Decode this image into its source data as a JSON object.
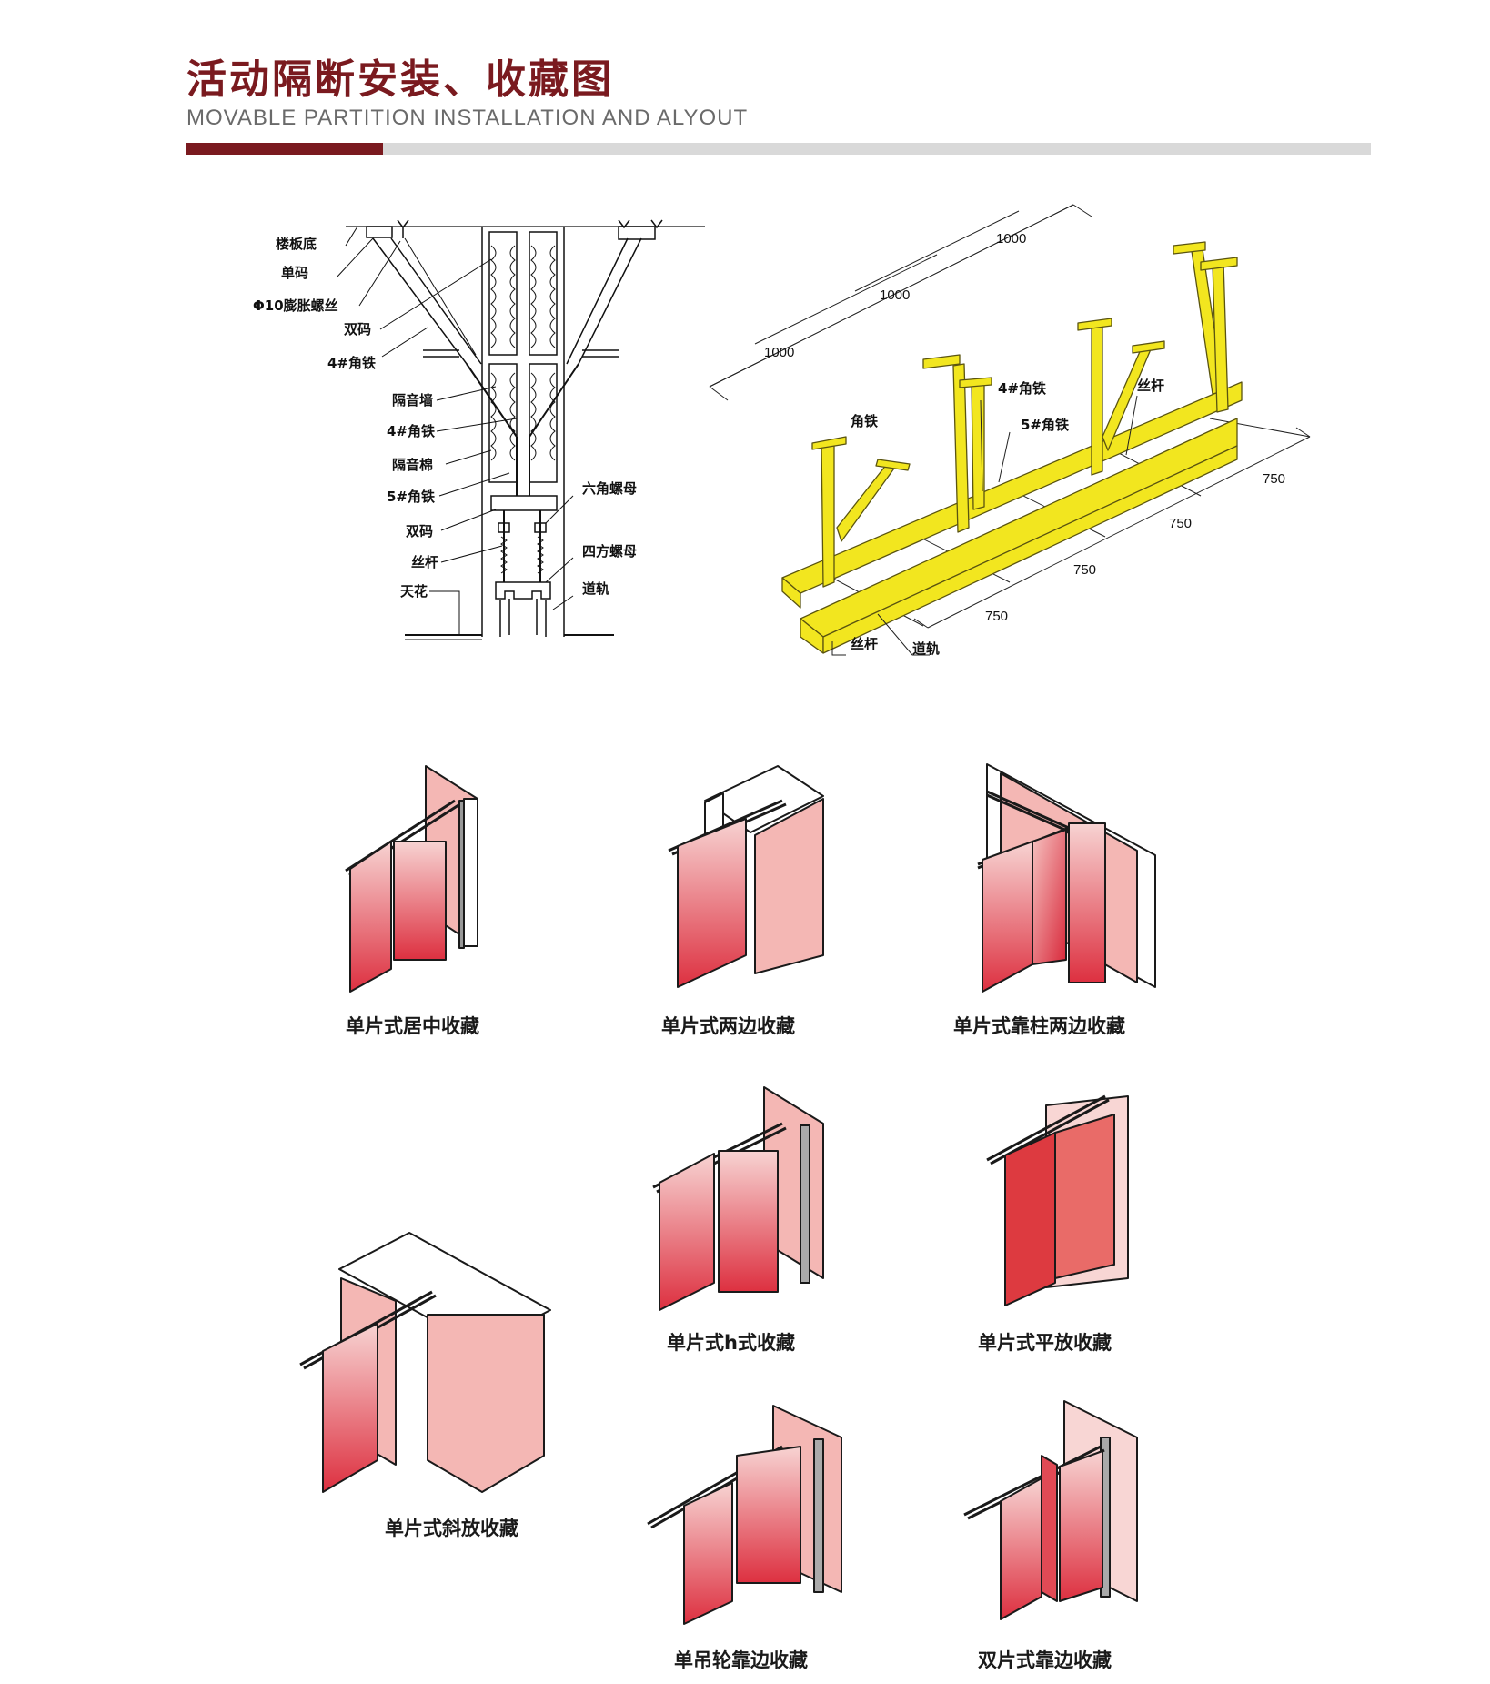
{
  "header": {
    "title_cn": "活动隔断安装、收藏图",
    "title_en": "MOVABLE PARTITION INSTALLATION AND ALYOUT"
  },
  "section_diagram": {
    "labels": {
      "floor_bottom": "楼板底",
      "single_code": "单码",
      "expansion_screw": "Φ10膨胀螺丝",
      "double_code": "双码",
      "angle_4_top": "4#角铁",
      "sound_wall": "隔音墙",
      "angle_4": "4#角铁",
      "sound_cotton": "隔音棉",
      "angle_5": "5#角铁",
      "double_code_2": "双码",
      "threaded_rod": "丝杆",
      "ceiling": "天花",
      "hex_nut": "六角螺母",
      "square_nut": "四方螺母",
      "rail": "道轨"
    }
  },
  "iso_diagram": {
    "labels": {
      "angle": "角铁",
      "angle_4": "4#角铁",
      "angle_5": "5#角铁",
      "rod_top": "丝杆",
      "rod_bottom": "丝杆",
      "rail": "道轨"
    },
    "dims": {
      "d1000_a": "1000",
      "d1000_b": "1000",
      "d1000_c": "1000",
      "d750_a": "750",
      "d750_b": "750",
      "d750_c": "750",
      "d750_d": "750"
    },
    "colors": {
      "steel": "#f2e61f",
      "steel_outline": "#5a5410"
    }
  },
  "storage": {
    "colors": {
      "panel_red": "#dd3040",
      "panel_pink": "#f4b7b4",
      "frame": "#1a1a1a"
    },
    "captions": [
      "单片式居中收藏",
      "单片式两边收藏",
      "单片式靠柱两边收藏",
      "单片式h式收藏",
      "单片式平放收藏",
      "单片式斜放收藏",
      "单吊轮靠边收藏",
      "双片式靠边收藏"
    ]
  }
}
